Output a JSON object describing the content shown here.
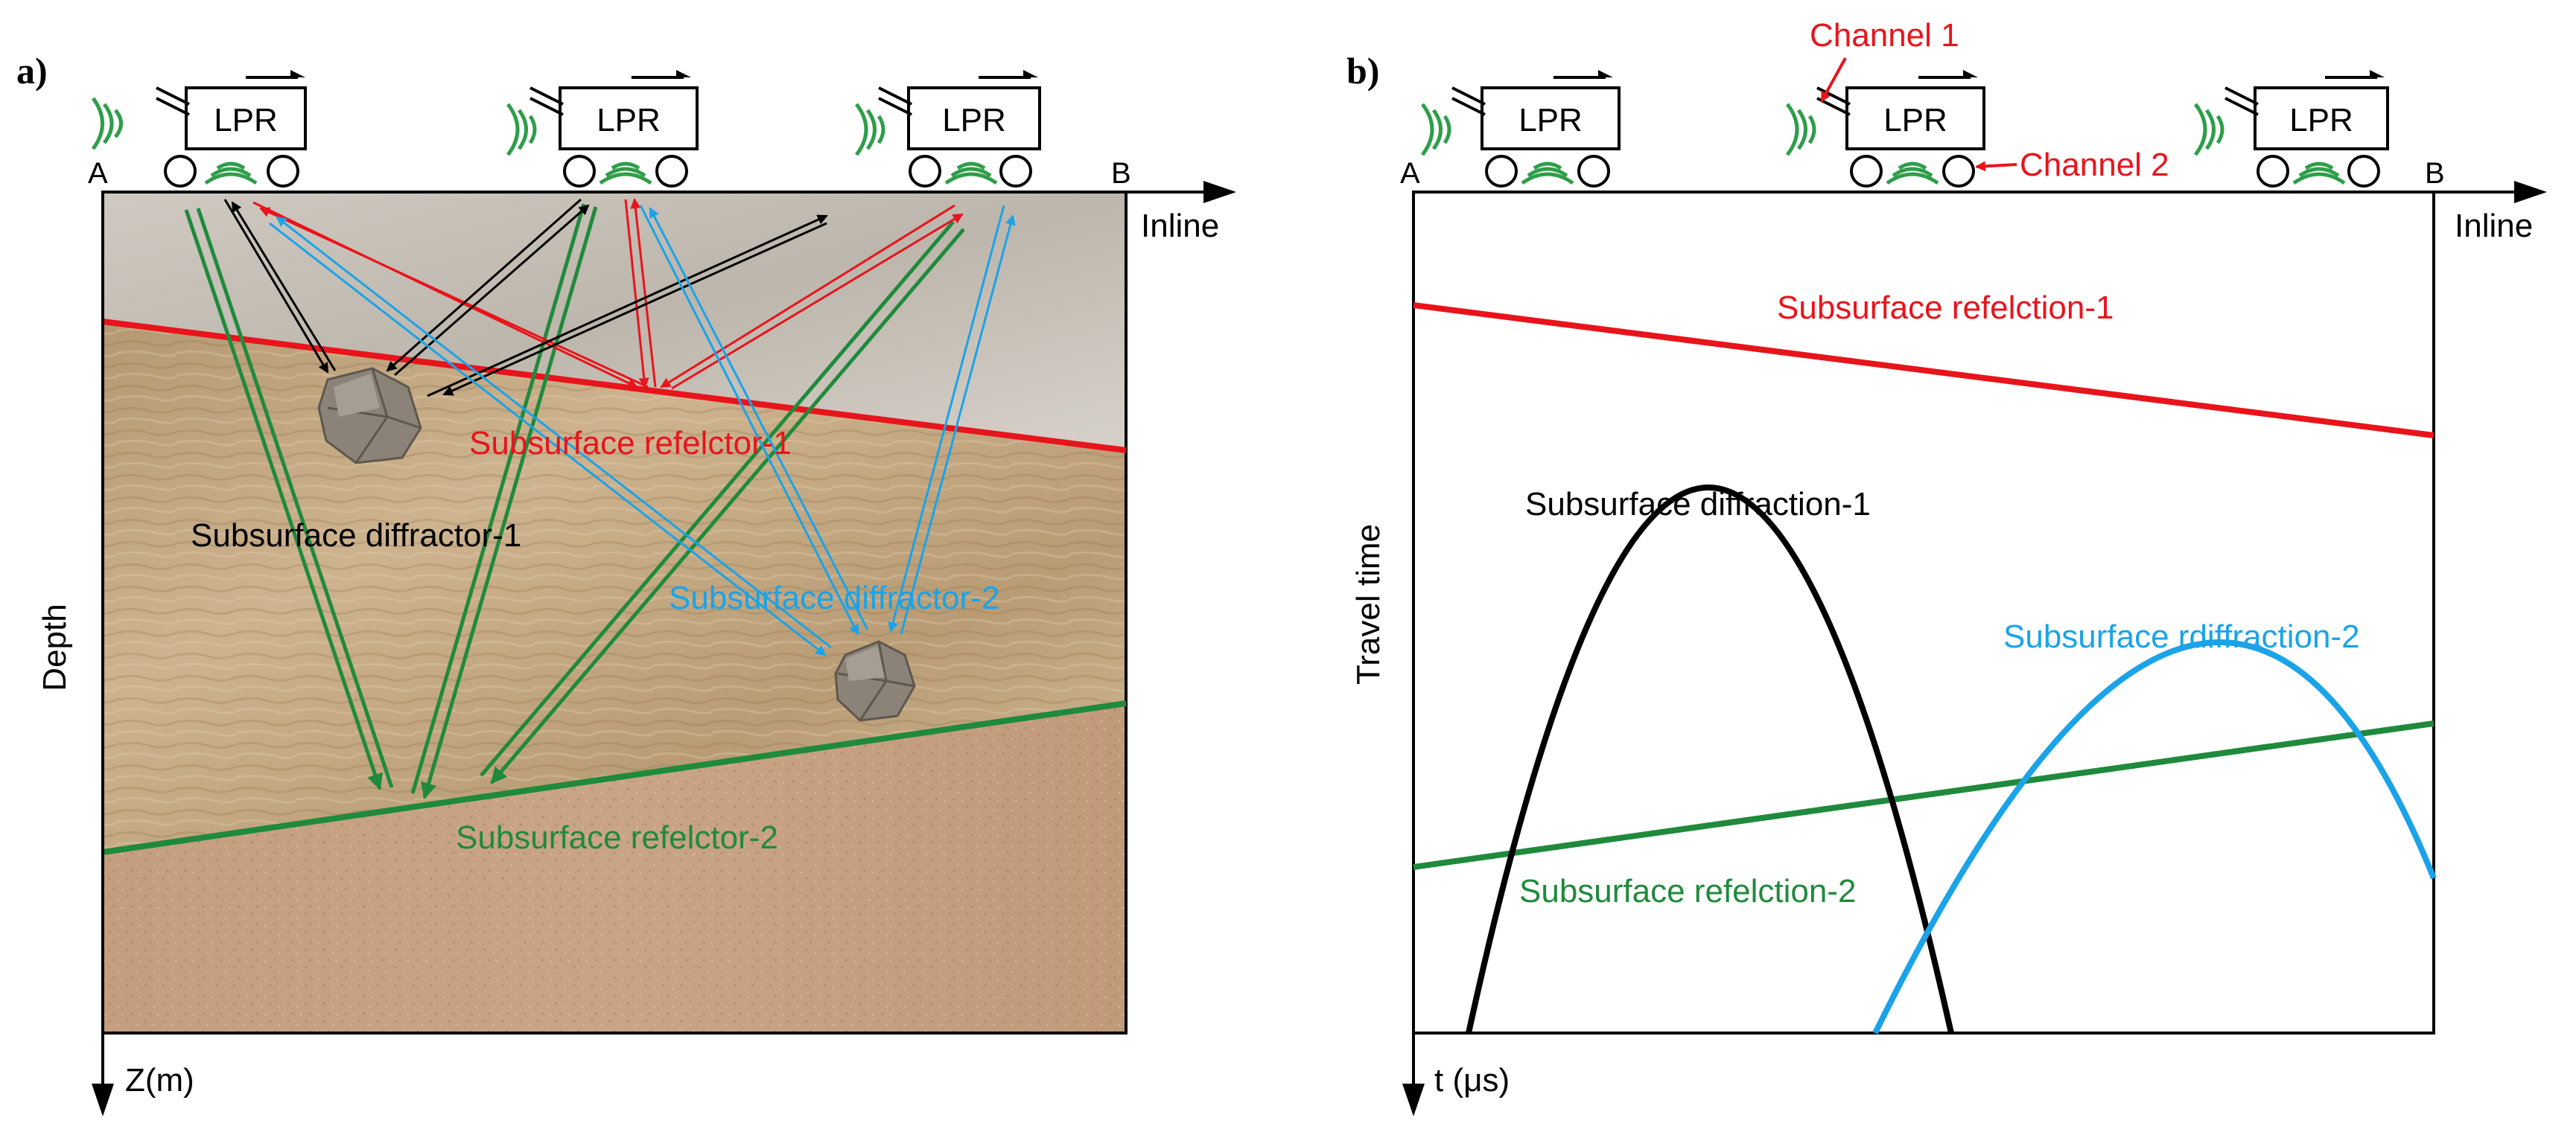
{
  "panel_a": {
    "letter": "a)",
    "device_label": "LPR",
    "point_start": "A",
    "point_end": "B",
    "x_axis_label": "Inline",
    "y_axis_label": "Depth",
    "depth_axis_label": "Z(m)",
    "reflector_1_label": "Subsurface refelctor-1",
    "reflector_2_label": "Subsurface refelctor-2",
    "diffractor_1_label": "Subsurface diffractor-1",
    "diffractor_2_label": "Subsurface diffractor-2"
  },
  "panel_b": {
    "letter": "b)",
    "device_label": "LPR",
    "point_start": "A",
    "point_end": "B",
    "channel_1_label": "Channel 1",
    "channel_2_label": "Channel 2",
    "x_axis_label": "Inline",
    "y_axis_label": "Travel time",
    "time_axis_label": "t (μs)",
    "reflection_1_label": "Subsurface refelction-1",
    "reflection_2_label": "Subsurface refelction-2",
    "diffraction_1_label": "Subsurface diffraction-1",
    "diffraction_2_label": "Subsurface rdiffraction-2"
  },
  "colors": {
    "reflector_1": "#e8141c",
    "reflector_2": "#1f8a3c",
    "diffractor_1": "#000000",
    "diffractor_2": "#1aa3e8",
    "wave_green": "#2e9e49",
    "soil_top": "#c9c3bb",
    "soil_mid": "#c8ab83",
    "soil_bottom": "#c39c7c",
    "rock": "#8b8378"
  }
}
